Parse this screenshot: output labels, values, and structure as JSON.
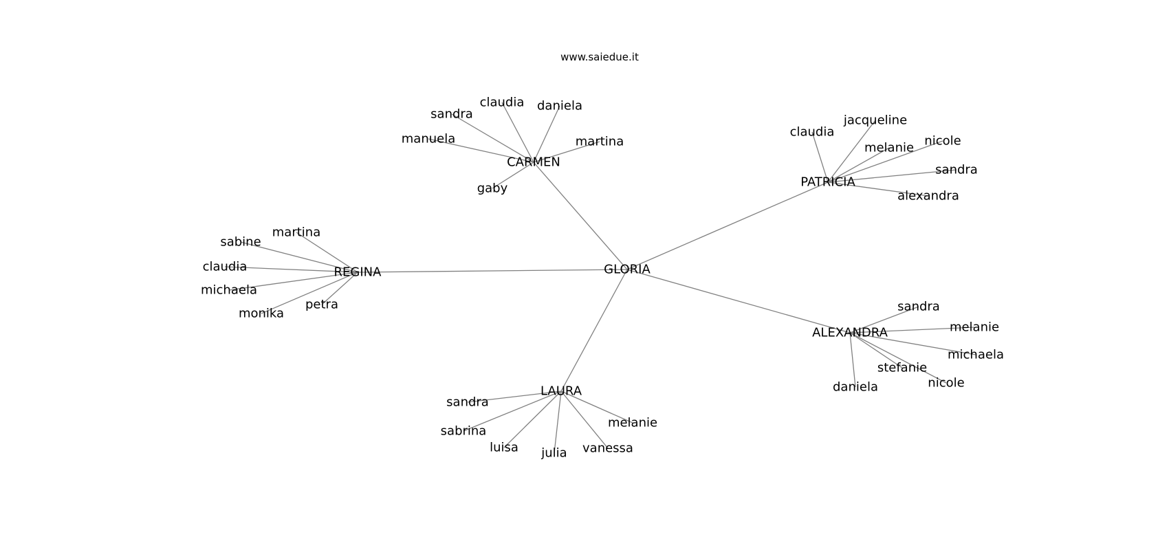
{
  "site_title": "www.saiedue.it",
  "colors": {
    "edge": "#808080",
    "text": "#000000",
    "background": "#ffffff"
  },
  "root": "GLORIA",
  "hubs": [
    {
      "id": "carmen",
      "label": "CARMEN",
      "children": [
        "sandra",
        "claudia",
        "daniela",
        "manuela",
        "martina",
        "gaby"
      ]
    },
    {
      "id": "patricia",
      "label": "PATRICIA",
      "children": [
        "claudia",
        "jacqueline",
        "melanie",
        "nicole",
        "sandra",
        "alexandra"
      ]
    },
    {
      "id": "regina",
      "label": "REGINA",
      "children": [
        "martina",
        "sabine",
        "claudia",
        "michaela",
        "monika",
        "petra"
      ]
    },
    {
      "id": "alexandra",
      "label": "ALEXANDRA",
      "children": [
        "sandra",
        "melanie",
        "michaela",
        "stefanie",
        "nicole",
        "daniela"
      ]
    },
    {
      "id": "laura",
      "label": "LAURA",
      "children": [
        "sandra",
        "sabrina",
        "luisa",
        "julia",
        "vanessa",
        "melanie"
      ]
    }
  ]
}
